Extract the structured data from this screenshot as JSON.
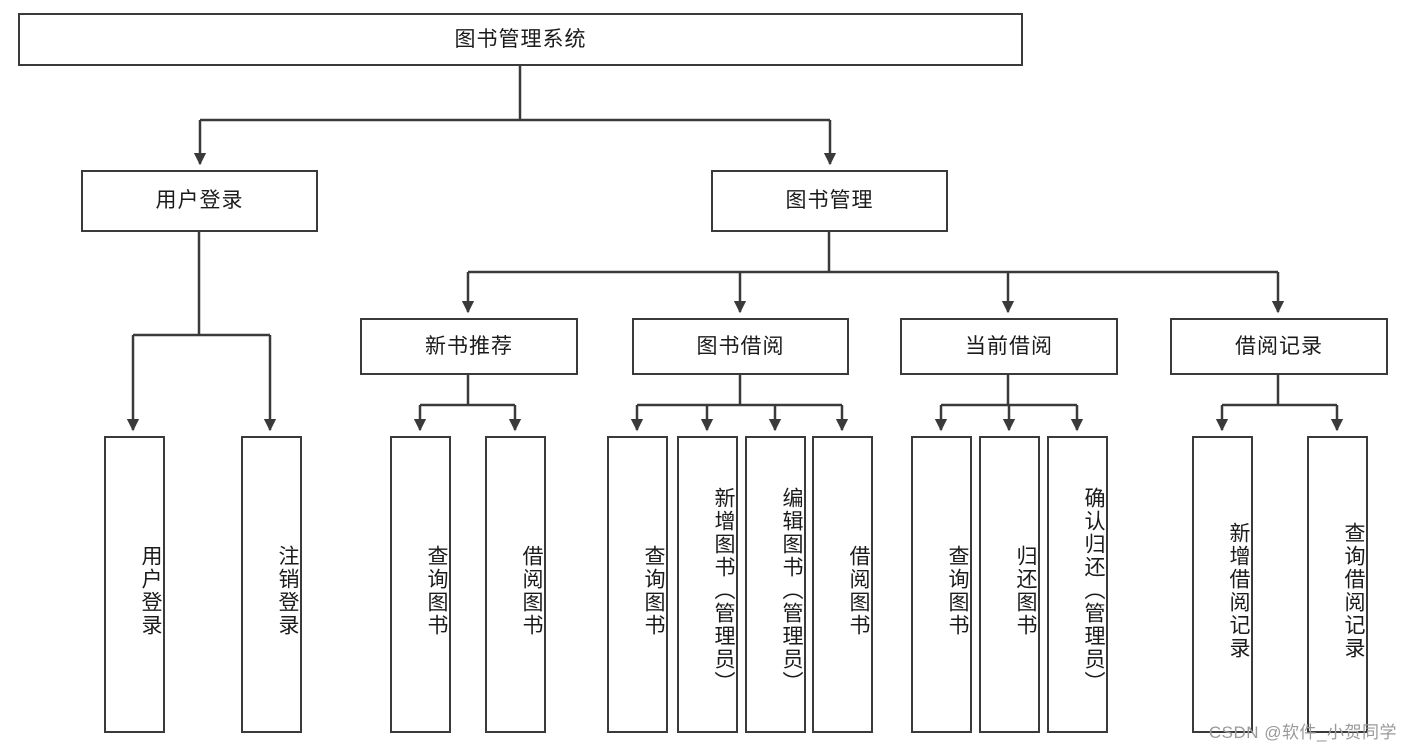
{
  "diagram": {
    "type": "tree-hierarchy",
    "title": "图书管理系统",
    "watermark": "CSDN @软件_小贺同学",
    "colors": {
      "stroke": "#3a3a3a",
      "fill": "#ffffff",
      "text": "#1b1b1b",
      "watermark": "#9a9a9a"
    },
    "root": {
      "label": "图书管理系统"
    },
    "level2": [
      {
        "label": "用户登录"
      },
      {
        "label": "图书管理"
      }
    ],
    "level3": [
      {
        "label": "新书推荐"
      },
      {
        "label": "图书借阅"
      },
      {
        "label": "当前借阅"
      },
      {
        "label": "借阅记录"
      }
    ],
    "leaves": {
      "user_login": [
        {
          "label": "用户登录"
        },
        {
          "label": "注销登录"
        }
      ],
      "new_book_recommend": [
        {
          "label": "查询图书"
        },
        {
          "label": "借阅图书"
        }
      ],
      "book_borrow": [
        {
          "label": "查询图书"
        },
        {
          "label": "新增图书（管理员）"
        },
        {
          "label": "编辑图书（管理员）"
        },
        {
          "label": "借阅图书"
        }
      ],
      "current_borrow": [
        {
          "label": "查询图书"
        },
        {
          "label": "归还图书"
        },
        {
          "label": "确认归还（管理员）"
        }
      ],
      "borrow_record": [
        {
          "label": "新增借阅记录"
        },
        {
          "label": "查询借阅记录"
        }
      ]
    }
  }
}
